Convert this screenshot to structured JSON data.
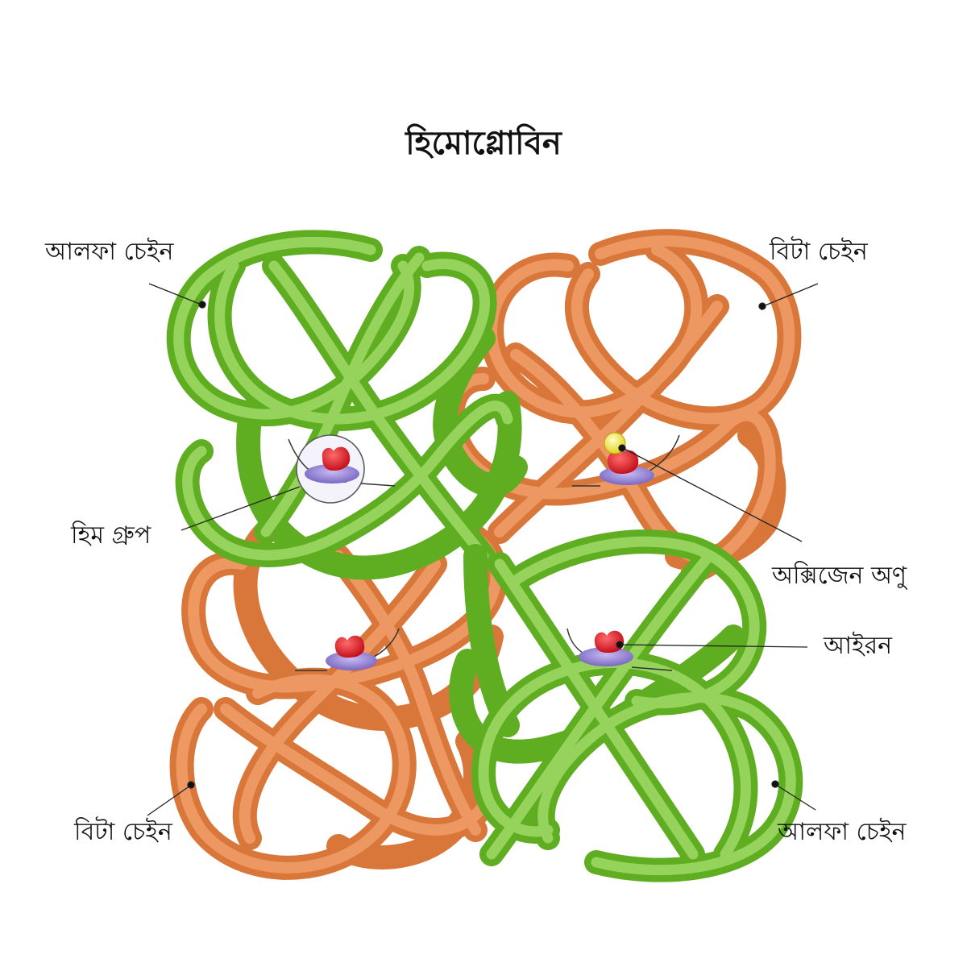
{
  "title": "হিমোগ্লোবিন",
  "labels": {
    "alpha_top_left": "আলফা চেইন",
    "beta_top_right": "বিটা চেইন",
    "heme_group": "হিম গ্রুপ",
    "oxygen_molecule": "অক্সিজেন অণু",
    "iron": "আইরন",
    "beta_bottom_left": "বিটা চেইন",
    "alpha_bottom_right": "আলফা চেইন"
  },
  "colors": {
    "alpha_chain": "#7cc93a",
    "beta_chain": "#ee9458",
    "iron": "#e0202e",
    "heme_disc": "#9a86d6",
    "oxygen": "#f2e83a",
    "leader_line": "#222222"
  }
}
